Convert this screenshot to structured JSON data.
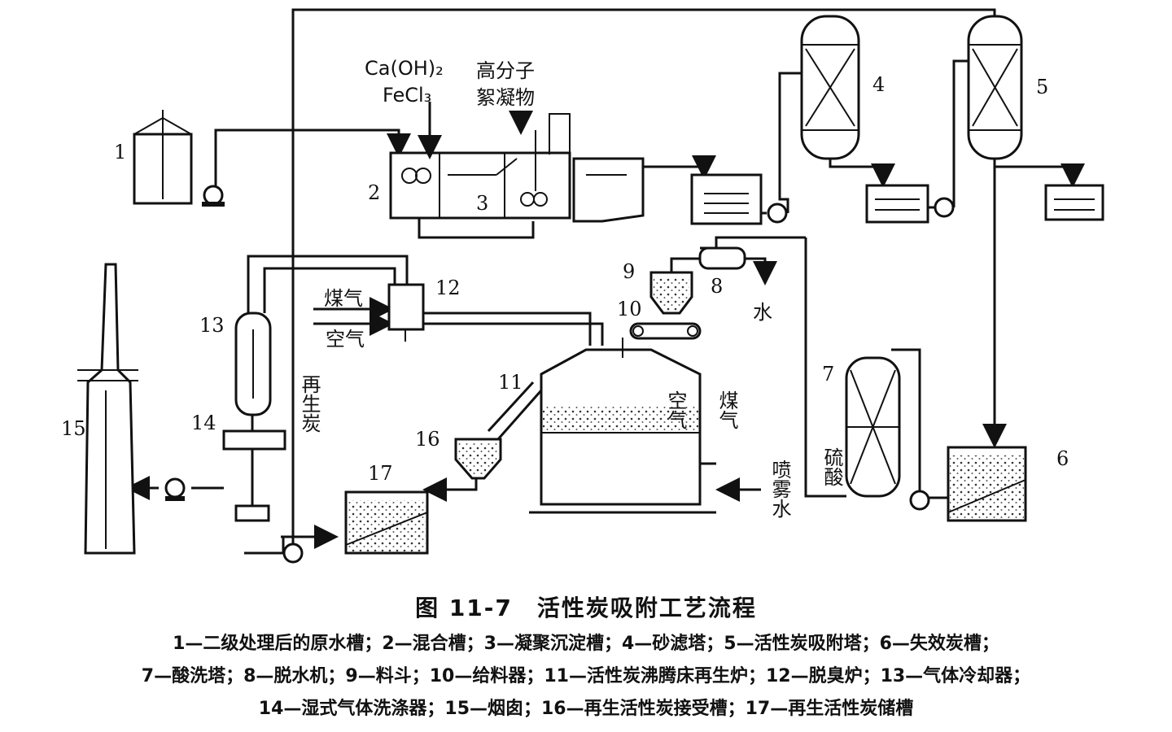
{
  "figure": {
    "caption": "图 11-7　活性炭吸附工艺流程",
    "legend_lines": [
      "1—二级处理后的原水槽；2—混合槽；3—凝聚沉淀槽；4—砂滤塔；5—活性炭吸附塔；6—失效炭槽；",
      "7—酸洗塔；8—脱水机；9—料斗；10—给料器；11—活性炭沸腾床再生炉；12—脱臭炉；13—气体冷却器；",
      "14—湿式气体洗涤器；15—烟囱；16—再生活性炭接受槽；17—再生活性炭储槽"
    ]
  },
  "labels": {
    "caoh2": "Ca(OH)₂",
    "fecl3": "FeCl₃",
    "polymer_1": "高分子",
    "polymer_2": "絮凝物",
    "gas_left": "煤气",
    "air_left": "空气",
    "regen_carbon": "再生炭",
    "water": "水",
    "air_right": "空气",
    "gas_right": "煤气",
    "spray_water": "喷雾水",
    "sulfuric_acid": "硫酸"
  },
  "numbers": [
    "1",
    "2",
    "3",
    "4",
    "5",
    "6",
    "7",
    "8",
    "9",
    "10",
    "11",
    "12",
    "13",
    "14",
    "15",
    "16",
    "17"
  ]
}
